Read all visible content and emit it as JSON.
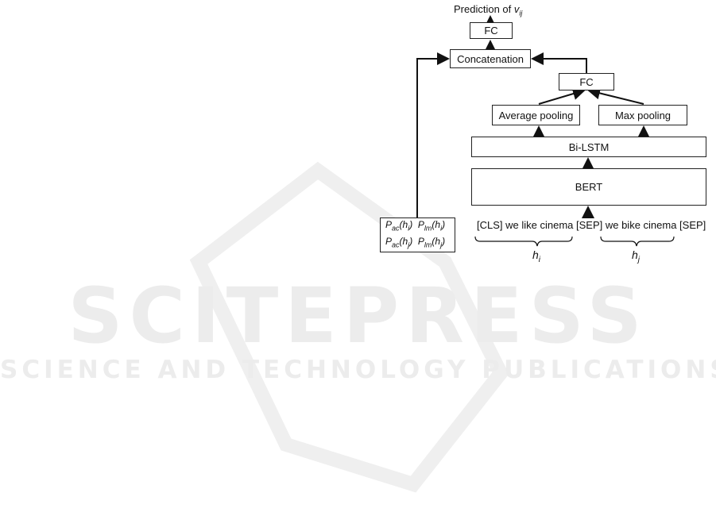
{
  "diagram": {
    "output_label": "Prediction of",
    "output_var": "v",
    "output_var_sub": "ij",
    "nodes": {
      "fc_top": "FC",
      "concat": "Concatenation",
      "fc_mid": "FC",
      "avg_pool": "Average pooling",
      "max_pool": "Max pooling",
      "bilstm": "Bi-LSTM",
      "bert": "BERT"
    },
    "input_sequence": "[CLS] we like cinema [SEP] we bike cinema [SEP]",
    "features": {
      "row1_a": "P",
      "row1_a_sub": "ac",
      "row1_a_arg": "(h",
      "row1_a_arg_sub": "i",
      "row1_b": "P",
      "row1_b_sub": "lm",
      "row1_b_arg": "(h",
      "row1_b_arg_sub": "i",
      "row2_a": "P",
      "row2_a_sub": "ac",
      "row2_a_arg": "(h",
      "row2_a_arg_sub": "j",
      "row2_b": "P",
      "row2_b_sub": "lm",
      "row2_b_arg": "(h",
      "row2_b_arg_sub": "j",
      "close": ")"
    },
    "brace_labels": {
      "hi": "h",
      "hi_sub": "i",
      "hj": "h",
      "hj_sub": "j"
    }
  },
  "watermark": {
    "main": "SCITEPRESS",
    "sub": "SCIENCE AND TECHNOLOGY PUBLICATIONS"
  }
}
